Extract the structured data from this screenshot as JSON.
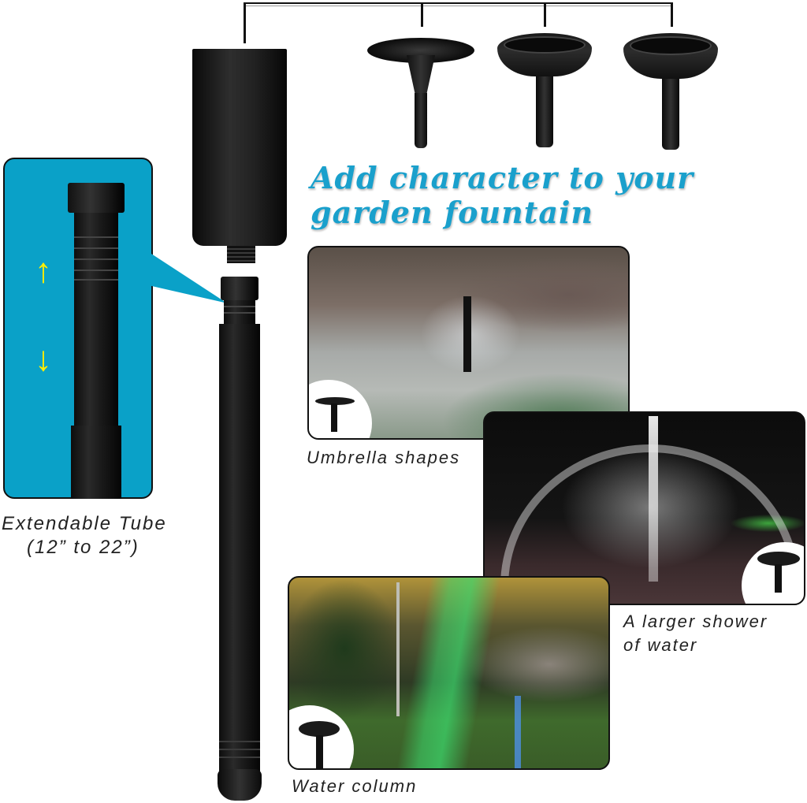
{
  "headline": {
    "line1": "Add character to your",
    "line2": "garden fountain",
    "color": "#1aa0cc"
  },
  "callout": {
    "title": "Extendable Tube",
    "range": "(12” to 22”)",
    "background_color": "#0aa1c8",
    "arrow_color": "#ffee00",
    "arrow_up": "↑",
    "arrow_down": "↓"
  },
  "product_parts": [
    {
      "name": "nozzle-cup"
    },
    {
      "name": "umbrella-nozzle"
    },
    {
      "name": "shower-nozzle"
    },
    {
      "name": "column-nozzle"
    }
  ],
  "examples": [
    {
      "caption": "Umbrella shapes",
      "scene": "umbrella-dome-fountain-photo"
    },
    {
      "caption_line1": "A larger shower",
      "caption_line2": "of water",
      "scene": "night-shower-fountain-photo"
    },
    {
      "caption": "Water column",
      "scene": "green-lit-water-column-photo"
    }
  ]
}
